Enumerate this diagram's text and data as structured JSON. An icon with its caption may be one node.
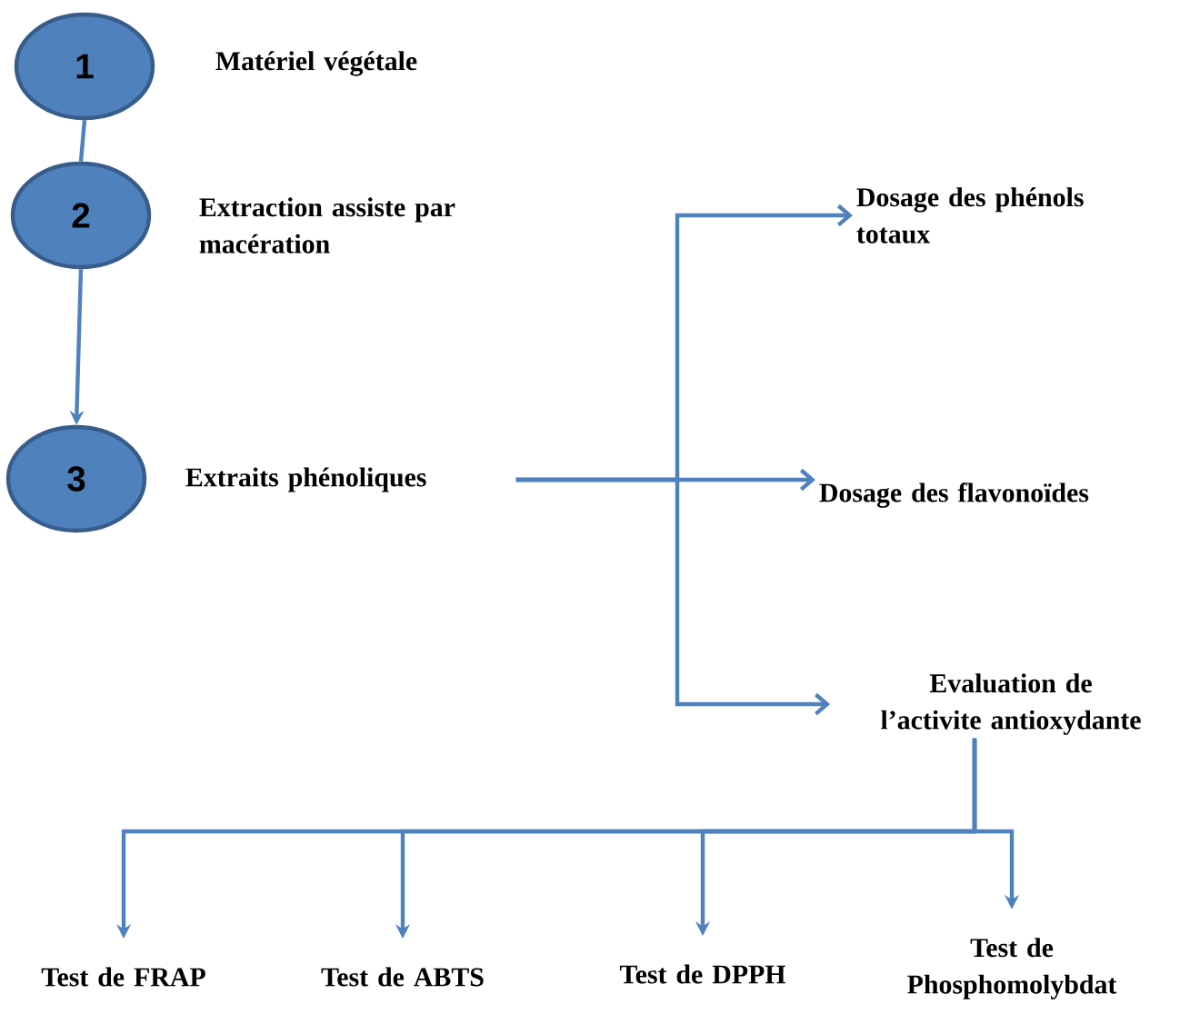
{
  "diagram": {
    "nodes": [
      {
        "text": [
          "1"
        ],
        "beside": [
          "Matériel végétale"
        ]
      },
      {
        "text": [
          "2"
        ],
        "beside": [
          "Extraction assiste par macération"
        ]
      },
      {
        "text": [
          "3"
        ]
      },
      {
        "text": [
          "Extraits phénoliques"
        ]
      },
      {
        "text": [
          "Dosage des phénols totaux"
        ]
      },
      {
        "text": [
          "Dosage des flavonoïdes"
        ]
      },
      {
        "text": [
          "Evaluation de l’activite antioxydante"
        ]
      },
      {
        "text": [
          "Test de FRAP"
        ]
      },
      {
        "text": [
          "Test de ABTS"
        ]
      },
      {
        "text": [
          "Test de DPPH"
        ]
      },
      {
        "text": [
          "Test de Phosphomolybdat"
        ]
      }
    ],
    "edges": [
      {
        "from": 0,
        "to": 1,
        "arrow": "none"
      },
      {
        "from": 1,
        "to": 2,
        "arrow": "to"
      },
      {
        "from": 3,
        "to": 4,
        "arrow": "to"
      },
      {
        "from": 3,
        "to": 5,
        "arrow": "to"
      },
      {
        "from": 3,
        "to": 6,
        "arrow": "to"
      },
      {
        "from": 6,
        "to": 7,
        "arrow": "to"
      },
      {
        "from": 6,
        "to": 8,
        "arrow": "to"
      },
      {
        "from": 6,
        "to": 9,
        "arrow": "to"
      },
      {
        "from": 6,
        "to": 10,
        "arrow": "to"
      }
    ]
  }
}
